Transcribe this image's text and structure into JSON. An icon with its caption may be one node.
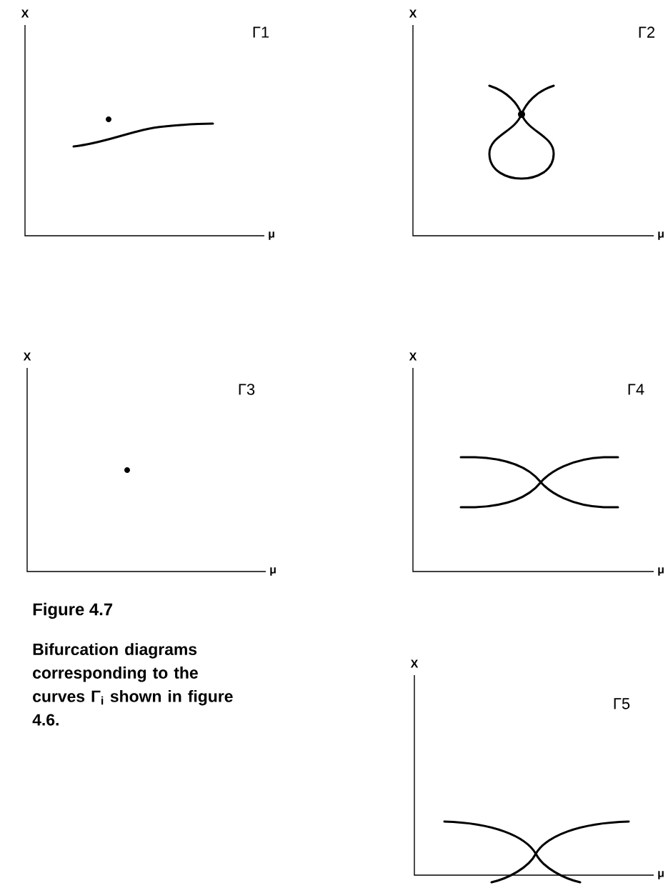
{
  "diagram": {
    "title": "Figure 4.7",
    "caption": "Bifurcation diagrams corresponding to the curves Γ$_{i}$ shown in figure 4.6.",
    "labels": [
      "X",
      "Γ1",
      "μ",
      "X",
      "Γ2",
      "μ",
      "X",
      "Γ3",
      "μ",
      "X",
      "Γ4",
      "μ",
      "X",
      "Γ5",
      "μ"
    ]
  }
}
